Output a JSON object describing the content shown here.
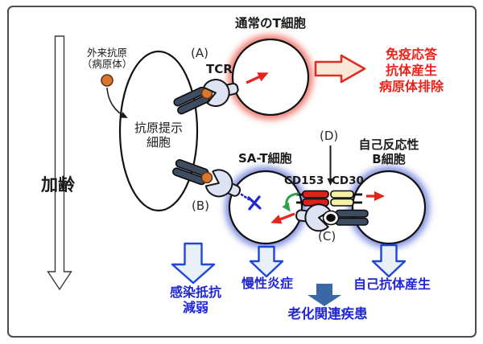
{
  "labels": {
    "title_normal_t": "通常のT細胞",
    "aging": "加齢",
    "foreign_antigen": "外来抗原\n（病原体）",
    "apc": "抗原提示\n細胞",
    "tcr": "TCR",
    "marker_a": "(A)",
    "marker_b": "(B)",
    "marker_c": "(C)",
    "marker_d": "(D)",
    "sat_cell": "SA-T細胞",
    "autoreactive_b": "自己反応性\nB細胞",
    "cd153": "CD153",
    "cd30": "CD30"
  },
  "outcomes": {
    "immune_response": "免疫応答\n抗体産生\n病原体排除",
    "infection_resistance": "感染抵抗\n減弱",
    "chronic_inflammation": "慢性炎症",
    "autoantibody": "自己抗体産生",
    "aging_disease": "老化関連疾患"
  },
  "colors": {
    "red_text": "#e8231c",
    "blue_text": "#2026d4",
    "cd153_bar": "#df1f1a",
    "cd30_bar": "#f7f1a6",
    "mhc_bar": "#3e4c61",
    "tcr_shape": "#dde3f2",
    "antigen_orange": "#d9772f",
    "green_arrow": "#2ea04e",
    "solid_arrow": "#3a68a4",
    "block_arrow_fill": "#f8e8d8",
    "block_arrow_border": "#de2d24",
    "blue_arrow_fill": "#e9f0fa",
    "blue_arrow_border": "#1f46d8",
    "glow_red": "rgba(236,100,88,0.9)",
    "glow_blue": "rgba(96,116,214,0.85)"
  }
}
